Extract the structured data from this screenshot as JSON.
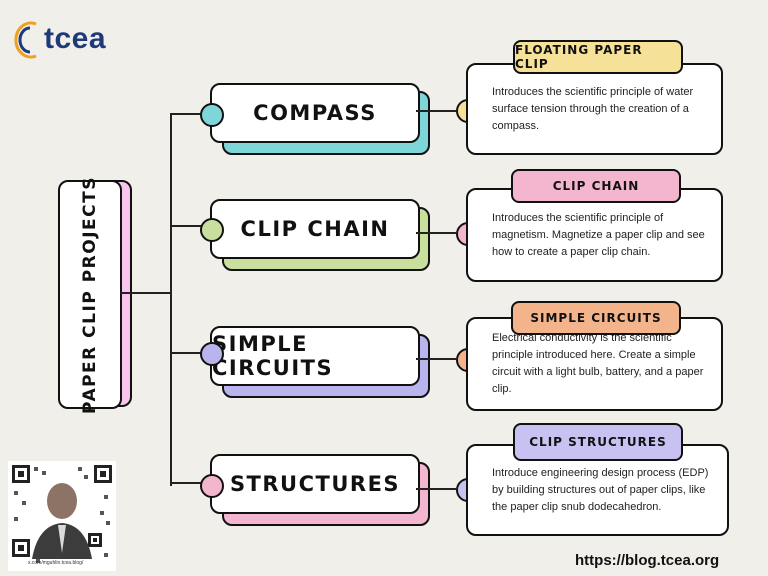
{
  "logo": {
    "text": "tcea"
  },
  "title": "PAPER CLIP PROJECTS",
  "colors": {
    "teal": "#7ed6d8",
    "green": "#c9df9e",
    "purple": "#b9b4ee",
    "pink": "#f4b6cf",
    "yellow": "#f6e199",
    "orange": "#f3b48c",
    "lavender": "#c8c2f3",
    "pink_title": "#f9c4ee"
  },
  "branches": [
    {
      "label": "COMPASS",
      "tag": "FLOATING PAPER CLIP",
      "description": "Introduces the scientific principle of water surface tension through the creation of a compass."
    },
    {
      "label": "CLIP CHAIN",
      "tag": "CLIP CHAIN",
      "description": "Introduces the scientific principle of magnetism. Magnetize a paper clip and see how to create a paper clip chain."
    },
    {
      "label": "SIMPLE CIRCUITS",
      "tag": "SIMPLE CIRCUITS",
      "description": "Electrical  conductivity is the scientific principle introduced here. Create a simple circuit with a light bulb, battery, and a paper clip."
    },
    {
      "label": "STRUCTURES",
      "tag": "CLIP STRUCTURES",
      "description": "Introduce engineering design process (EDP) by building structures out of paper clips, like the paper clip snub dodecahedron."
    }
  ],
  "qr_caption": "x.com/mguhlin.tcea.blog/",
  "url": "https://blog.tcea.org"
}
